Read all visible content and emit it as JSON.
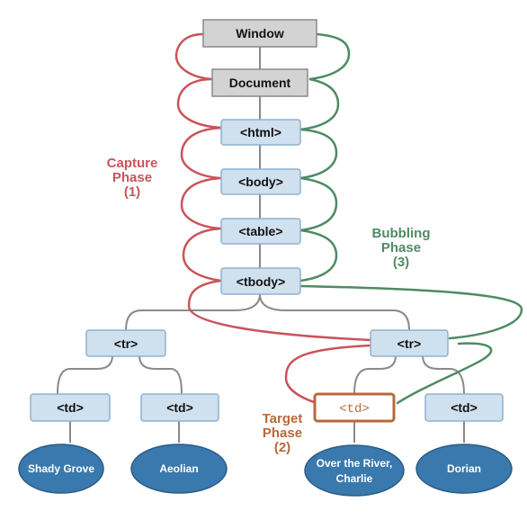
{
  "colors": {
    "capture": "#c9545b",
    "bubbling": "#4e8b63",
    "target": "#b8693a",
    "gray_box_fill": "#d3d3d3",
    "gray_box_stroke": "#8a8a8a",
    "blue_box_fill": "#cfe0ee",
    "blue_box_stroke": "#8fb2cf",
    "leaf_fill": "#3a79ad",
    "leaf_stroke": "#2a5d87",
    "edge": "#8a8a8a"
  },
  "nodes": {
    "window": "Window",
    "document": "Document",
    "html": "<html>",
    "body": "<body>",
    "table": "<table>",
    "tbody": "<tbody>",
    "tr_left": "<tr>",
    "tr_right": "<tr>",
    "td_1": "<td>",
    "td_2": "<td>",
    "td_target": "<td>",
    "td_4": "<td>"
  },
  "leaves": {
    "leaf_1": "Shady Grove",
    "leaf_2": "Aeolian",
    "leaf_3_line1": "Over the River,",
    "leaf_3_line2": "Charlie",
    "leaf_4": "Dorian"
  },
  "phases": {
    "capture": {
      "line1": "Capture",
      "line2": "Phase",
      "line3": "(1)"
    },
    "bubbling": {
      "line1": "Bubbling",
      "line2": "Phase",
      "line3": "(3)"
    },
    "target": {
      "line1": "Target",
      "line2": "Phase",
      "line3": "(2)"
    }
  }
}
